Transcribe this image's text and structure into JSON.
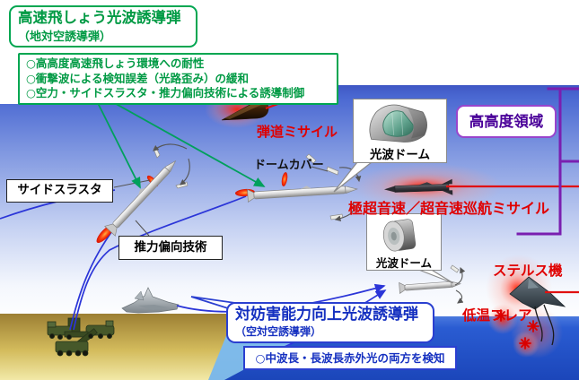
{
  "colors": {
    "green_accent": "#00a651",
    "red_threat": "#e00000",
    "blue_accent": "#2a3fd0",
    "purple_accent": "#9944cc",
    "sky_top": "#4a68d2",
    "sea": "#2456cc",
    "ground": "#b3913d"
  },
  "sam_section": {
    "title": "高速飛しょう光波誘導弾",
    "subtitle": "（地対空誘導弾）",
    "bullets": [
      "○高高度高速飛しょう環境への耐性",
      "○衝撃波による検知誤差（光路歪み）の緩和",
      "○空力・サイドスラスタ・推力偏向技術による誘導制御"
    ]
  },
  "aam_section": {
    "title": "対妨害能力向上光波誘導弾",
    "subtitle": "（空対空誘導弾）",
    "bullet": "○中波長・長波長赤外光の両方を検知"
  },
  "labels": {
    "side_thruster": "サイドスラスタ",
    "thrust_vectoring": "推力偏向技術",
    "dome_cover": "ドームカバー",
    "optical_dome_front": "光波ドーム",
    "optical_dome_side": "光波ドーム",
    "high_altitude_region": "高高度領域"
  },
  "threats": {
    "ballistic_missile": "弾道ミサイル",
    "hypersonic_cruise_missile": "極超音速／超音速巡航ミサイル",
    "stealth_aircraft": "ステルス機",
    "low_temperature_flare": "低温フレア"
  }
}
